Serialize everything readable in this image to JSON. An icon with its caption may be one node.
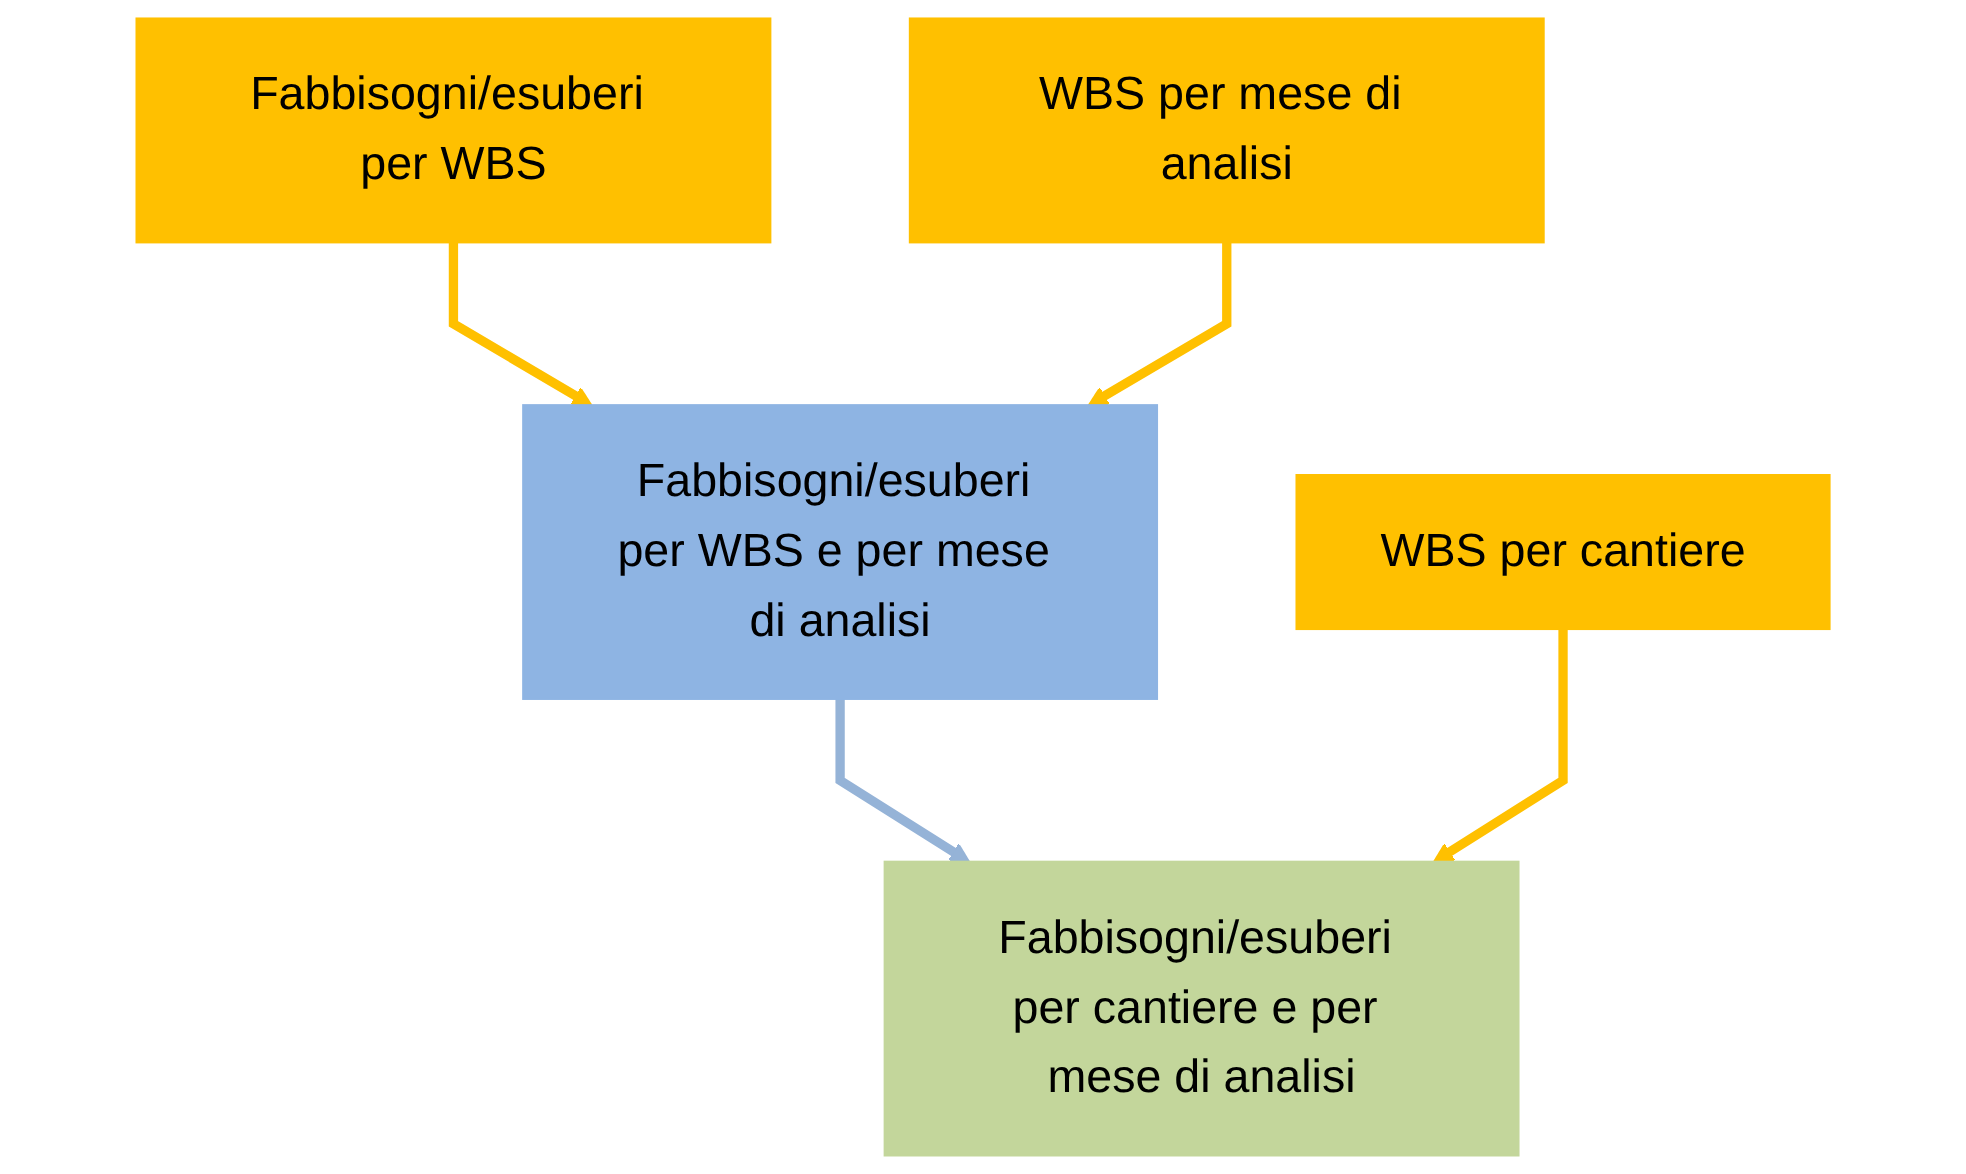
{
  "diagram": {
    "nodes": [
      {
        "text": [
          "Fabbisogni/esuberi per WBS"
        ]
      },
      {
        "text": [
          "WBS per mese di analisi"
        ]
      },
      {
        "text": [
          "WBS per cantiere"
        ]
      },
      {
        "text": [
          "Fabbisogni/esuberi per WBS e per mese di analisi"
        ]
      },
      {
        "text": [
          "Fabbisogni/esuberi per cantiere e per mese di analisi"
        ]
      }
    ],
    "edges": [
      {
        "from": 0,
        "to": 3,
        "arrow": "to"
      },
      {
        "from": 1,
        "to": 3,
        "arrow": "to"
      },
      {
        "from": 3,
        "to": 4,
        "arrow": "to",
        "color": "#95b3d7"
      },
      {
        "from": 2,
        "to": 4,
        "arrow": "to"
      }
    ]
  }
}
